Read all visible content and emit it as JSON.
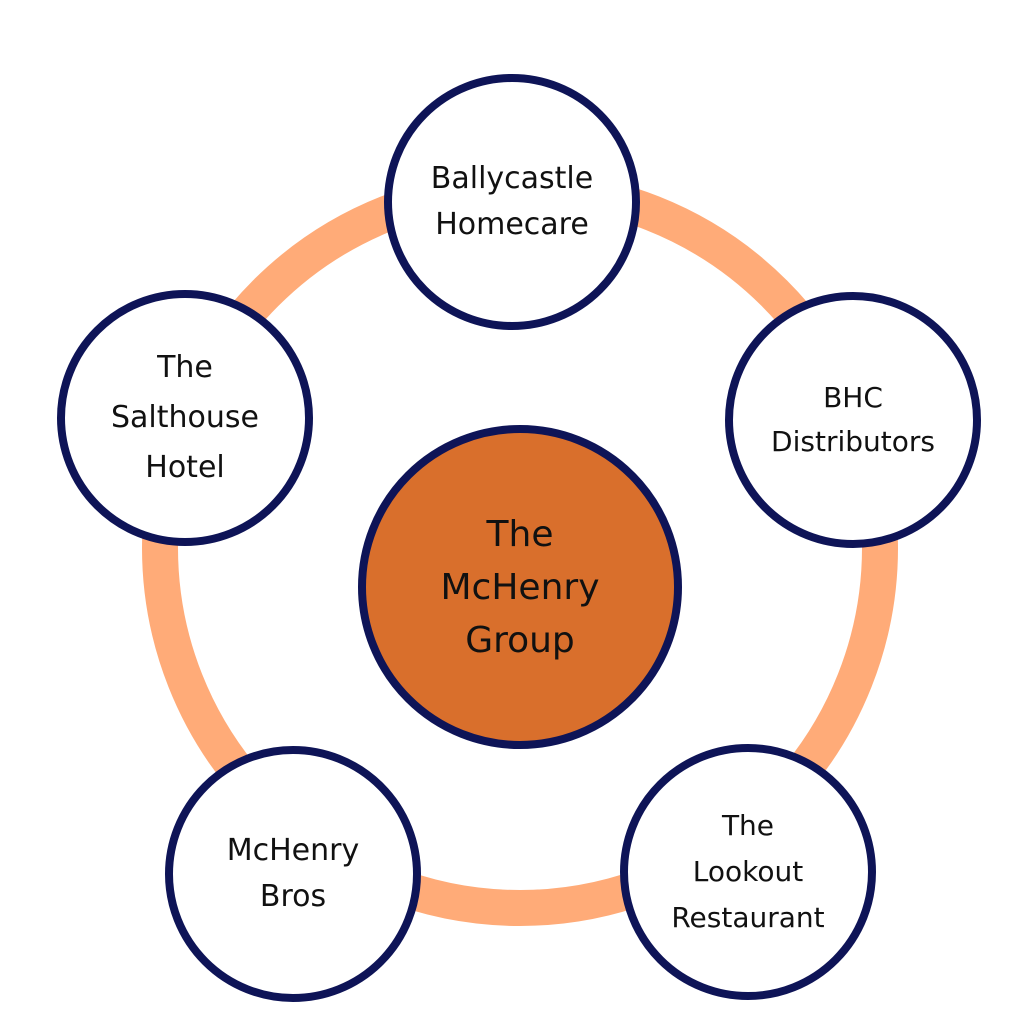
{
  "colors": {
    "ring": "#ffab78",
    "node_border": "#0e1457",
    "node_fill": "#ffffff",
    "center_fill": "#d96f2c",
    "text": "#111111"
  },
  "center": {
    "lines": [
      "The",
      "McHenry",
      "Group"
    ]
  },
  "nodes": [
    {
      "lines": [
        "Ballycastle",
        "Homecare"
      ]
    },
    {
      "lines": [
        "BHC",
        "Distributors"
      ]
    },
    {
      "lines": [
        "The",
        "Lookout",
        "Restaurant"
      ]
    },
    {
      "lines": [
        "McHenry",
        "Bros"
      ]
    },
    {
      "lines": [
        "The",
        "Salthouse",
        "Hotel"
      ]
    }
  ]
}
